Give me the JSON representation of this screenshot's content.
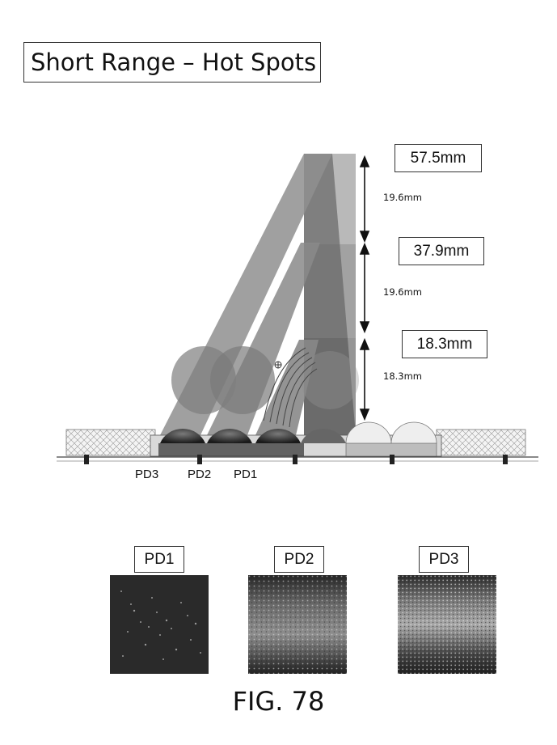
{
  "title": "Short Range – Hot Spots",
  "range_marks": [
    {
      "label": "57.5mm",
      "gap": "19.6mm"
    },
    {
      "label": "37.9mm",
      "gap": "19.6mm"
    },
    {
      "label": "18.3mm",
      "gap": "18.3mm"
    }
  ],
  "detectors": [
    "PD3",
    "PD2",
    "PD1"
  ],
  "spot_images": [
    "PD1",
    "PD2",
    "PD3"
  ],
  "figure_label": "FIG. 78"
}
